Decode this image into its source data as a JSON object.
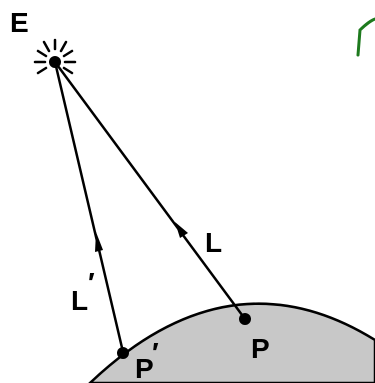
{
  "labels": {
    "eye": "E",
    "direction_to_eye": "L",
    "direction_to_eye_prime": "L",
    "prime_mark": "′",
    "point": "P",
    "point_prime": "P",
    "point_prime_mark": "′"
  },
  "colors": {
    "surface_fill": "#c8c8c8",
    "stroke": "#000000",
    "corner_mark": "#1e7a1e"
  },
  "icons": {
    "eye_source": "burst-icon",
    "corner_mark": "partial-glyph-icon"
  }
}
